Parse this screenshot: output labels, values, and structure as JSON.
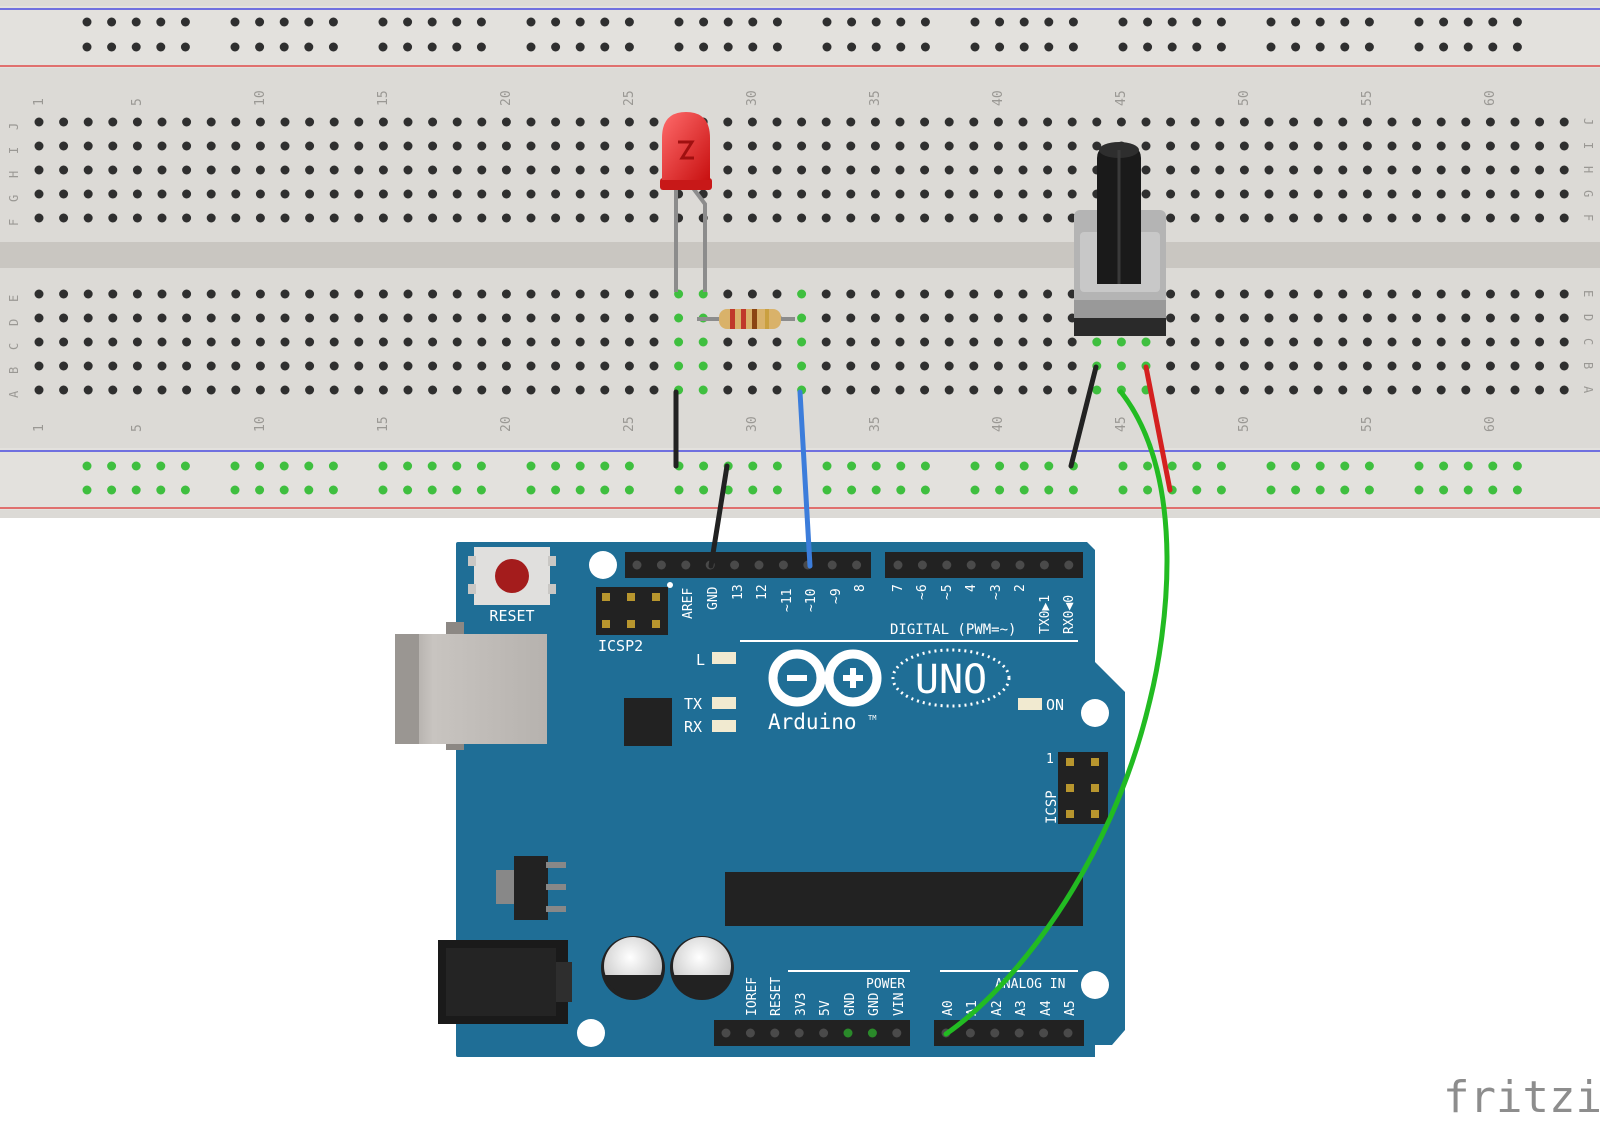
{
  "breadboard": {
    "top_column_numbers": [
      "1",
      "5",
      "10",
      "15",
      "20",
      "25",
      "30",
      "35",
      "40",
      "45",
      "50",
      "55",
      "60"
    ],
    "bottom_column_numbers": [
      "1",
      "5",
      "10",
      "15",
      "20",
      "25",
      "30",
      "35",
      "40",
      "45",
      "50",
      "55",
      "60"
    ],
    "upper_row_letters": [
      "J",
      "I",
      "H",
      "G",
      "F"
    ],
    "lower_row_letters": [
      "E",
      "D",
      "C",
      "B",
      "A"
    ]
  },
  "board": {
    "reset_label": "RESET",
    "icsp2_label": "ICSP2",
    "icsp_label": "ICSP",
    "icsp_pin1": "1",
    "digital_label": "DIGITAL (PWM=~)",
    "led_l": "L",
    "led_tx": "TX",
    "led_rx": "RX",
    "on_label": "ON",
    "uno_label": "UNO",
    "brand": "Arduino",
    "trademark": "TM",
    "power_label": "POWER",
    "analog_label": "ANALOG IN",
    "digital_pins_left": [
      "AREF",
      "GND",
      "13",
      "12",
      "~11",
      "~10",
      "~9",
      "8"
    ],
    "digital_pins_right": [
      "7",
      "~6",
      "~5",
      "4",
      "~3",
      "2",
      "TX0▶1",
      "RX0◀0"
    ],
    "power_pins": [
      "IOREF",
      "RESET",
      "3V3",
      "5V",
      "GND",
      "GND",
      "VIN"
    ],
    "analog_pins": [
      "A0",
      "A1",
      "A2",
      "A3",
      "A4",
      "A5"
    ]
  },
  "wires": [
    {
      "name": "led-ground",
      "color": "#222222"
    },
    {
      "name": "gnd-rail",
      "color": "#222222"
    },
    {
      "name": "pin10-signal",
      "color": "#3c7ddb"
    },
    {
      "name": "pot-ground",
      "color": "#222222"
    },
    {
      "name": "pot-wiper-a0",
      "color": "#22bb22"
    },
    {
      "name": "pot-5v",
      "color": "#d42020"
    }
  ],
  "colors": {
    "board": "#1f6e96",
    "breadboard": "#dcdad6",
    "rail_red": "#e04a4a",
    "rail_blue": "#4a4ae0",
    "active_hole": "#3fbf3f",
    "led": "#e82020"
  },
  "watermark": "fritzing"
}
